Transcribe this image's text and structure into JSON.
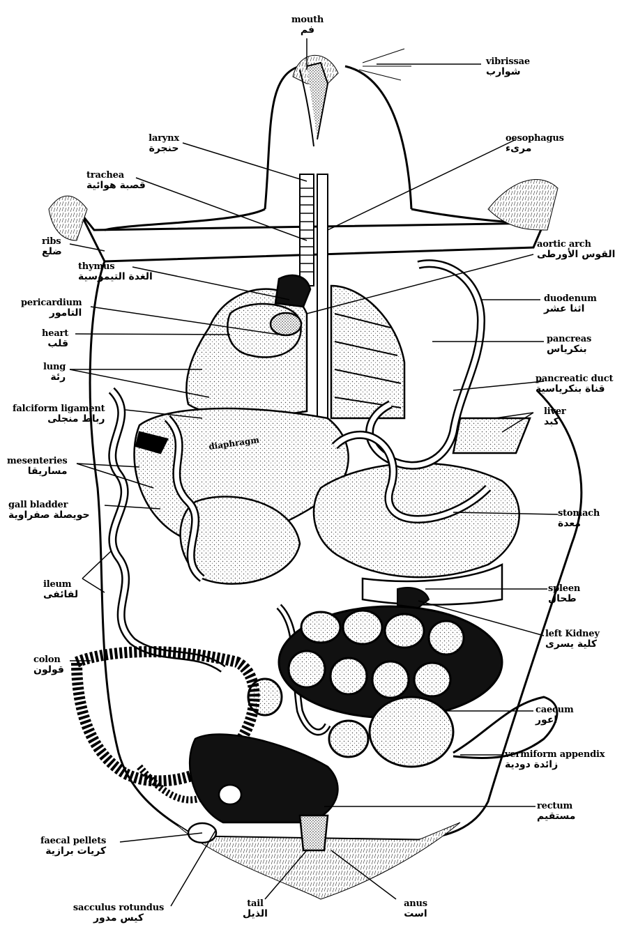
{
  "labels": {
    "mouth": {
      "en": "mouth",
      "ar": "فم"
    },
    "vibrissae": {
      "en": "vibrissae",
      "ar": "شوارب"
    },
    "larynx": {
      "en": "larynx",
      "ar": "حنجرة"
    },
    "oesophagus": {
      "en": "oesophagus",
      "ar": "مرىء"
    },
    "trachea": {
      "en": "trachea",
      "ar": "قصبة هوائية"
    },
    "ribs": {
      "en": "ribs",
      "ar": "ضلع"
    },
    "aortic_arch": {
      "en": "aortic arch",
      "ar": "القوس الأورطى"
    },
    "thymus": {
      "en": "thymus",
      "ar": "الغدة التيموسية"
    },
    "duodenum": {
      "en": "duodenum",
      "ar": "اثنا عشر"
    },
    "pericardium": {
      "en": "pericardium",
      "ar": "التامور"
    },
    "heart": {
      "en": "heart",
      "ar": "قلب"
    },
    "pancreas": {
      "en": "pancreas",
      "ar": "بنكرياس"
    },
    "lung": {
      "en": "lung",
      "ar": "رئة"
    },
    "pancreatic_duct": {
      "en": "pancreatic duct",
      "ar": "قناة بنكرياسية"
    },
    "falciform_ligament": {
      "en": "falciform ligament",
      "ar": "رباط منجلى"
    },
    "liver": {
      "en": "liver",
      "ar": "كبد"
    },
    "mesenteries": {
      "en": "mesenteries",
      "ar": "مساريقا"
    },
    "gall_bladder": {
      "en": "gall bladder",
      "ar": "حويصلة صفراوية"
    },
    "stomach": {
      "en": "stomach",
      "ar": "معدة"
    },
    "ileum": {
      "en": "ileum",
      "ar": "لفائفى"
    },
    "spleen": {
      "en": "spleen",
      "ar": "طحال"
    },
    "left_kidney": {
      "en": "left Kidney",
      "ar": "كلية يسرى"
    },
    "colon": {
      "en": "colon",
      "ar": "قولون"
    },
    "caecum": {
      "en": "caecum",
      "ar": "اعور"
    },
    "vermiform_appendix": {
      "en": "vermiform appendix",
      "ar": "زائدة دودية"
    },
    "rectum": {
      "en": "rectum",
      "ar": "مستقيم"
    },
    "faecal_pellets": {
      "en": "faecal pellets",
      "ar": "كريات برازية"
    },
    "sacculus_rotundus": {
      "en": "sacculus rotundus",
      "ar": "كيس مدور"
    },
    "tail": {
      "en": "tail",
      "ar": "الذيل"
    },
    "anus": {
      "en": "anus",
      "ar": "است"
    },
    "diaphragm": {
      "en": "diaphragm"
    }
  },
  "colors": {
    "ink": "#000000",
    "paper": "#ffffff",
    "stipple": "#555555"
  }
}
